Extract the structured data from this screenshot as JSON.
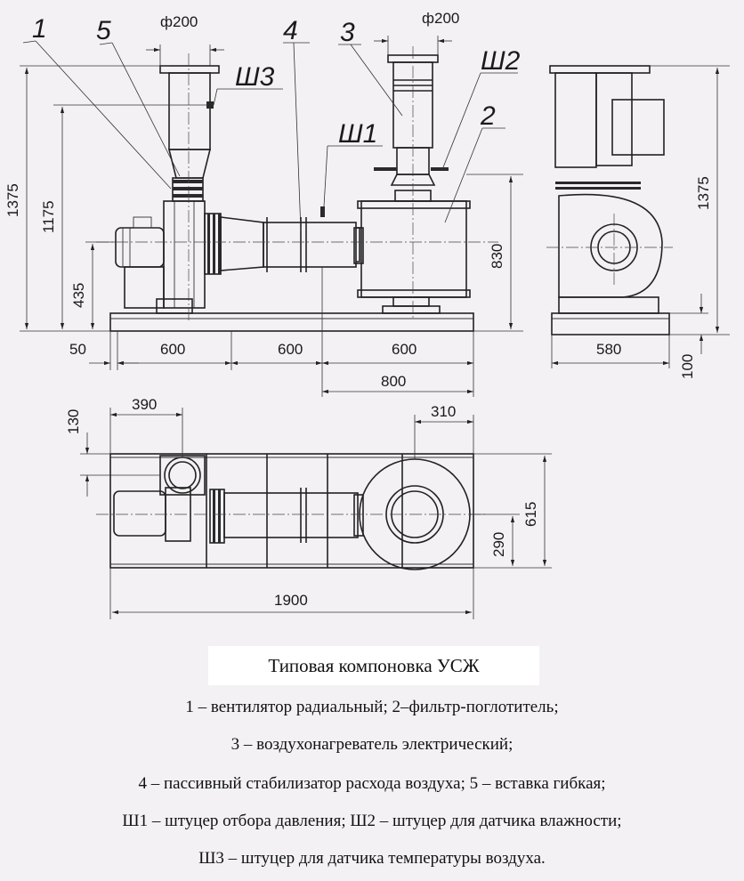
{
  "callouts": {
    "c1": "1",
    "c5": "5",
    "c4": "4",
    "c3": "3",
    "sh2": "Ш2",
    "c2": "2",
    "sh3": "Ш3",
    "sh1": "Ш1"
  },
  "dimensions": {
    "phi_left": "ф200",
    "phi_right": "ф200",
    "h1375_left": "1375",
    "h1175": "1175",
    "h435": "435",
    "h830": "830",
    "h1375_right": "1375",
    "d50": "50",
    "d600a": "600",
    "d600b": "600",
    "d600c": "600",
    "d800": "800",
    "d580": "580",
    "d100": "100",
    "d130": "130",
    "d390": "390",
    "d310": "310",
    "d615": "615",
    "d290": "290",
    "d1900": "1900"
  },
  "caption": {
    "title": "Типовая компоновка УСЖ",
    "line1": "1 – вентилятор радиальный; 2–фильтр-поглотитель;",
    "line2": "3 – воздухонагреватель электрический;",
    "line3": "4 – пассивный стабилизатор расхода воздуха; 5 – вставка гибкая;",
    "line4": "Ш1 – штуцер отбора давления; Ш2 – штуцер для датчика влажности;",
    "line5": "Ш3 – штуцер для датчика температуры воздуха."
  }
}
